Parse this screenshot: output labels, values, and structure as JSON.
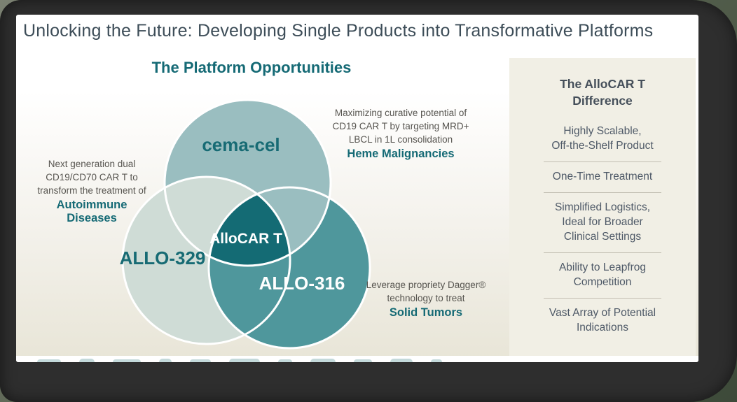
{
  "slide": {
    "title": "Unlocking the Future: Developing Single Products into Transformative Platforms",
    "section_heading": "The Platform Opportunities"
  },
  "venn": {
    "top_circle": {
      "label": "cema-cel",
      "color": "#9abec0"
    },
    "left_circle": {
      "label": "ALLO-329",
      "color": "#cfdcd6"
    },
    "right_circle": {
      "label": "ALLO-316",
      "color": "#4f979c"
    },
    "center": {
      "label": "AlloCAR T",
      "color": "#146b74"
    },
    "annotations": {
      "heme": {
        "description": "Maximizing curative potential of\nCD19 CAR T by targeting MRD+\nLBCL in 1L consolidation",
        "highlight": "Heme Malignancies"
      },
      "autoimmune": {
        "description": "Next generation dual\nCD19/CD70 CAR T to\ntransform the treatment of",
        "highlight": "Autoimmune\nDiseases"
      },
      "solid": {
        "description": "Leverage propriety Dagger®\ntechnology to treat",
        "highlight": "Solid Tumors"
      }
    }
  },
  "sidebar": {
    "heading": "The AlloCAR T\nDifference",
    "items": [
      "Highly Scalable,\nOff-the-Shelf Product",
      "One-Time Treatment",
      "Simplified Logistics,\nIdeal for Broader\nClinical Settings",
      "Ability to Leapfrog\nCompetition",
      "Vast Array of Potential\nIndications"
    ]
  },
  "colors": {
    "accent_teal": "#156a75",
    "title_text": "#3d4d58",
    "slide_background_bottom": "#e8e5d7",
    "sidebar_background": "#f1efe5",
    "frame_background": "#2e2e2e"
  }
}
